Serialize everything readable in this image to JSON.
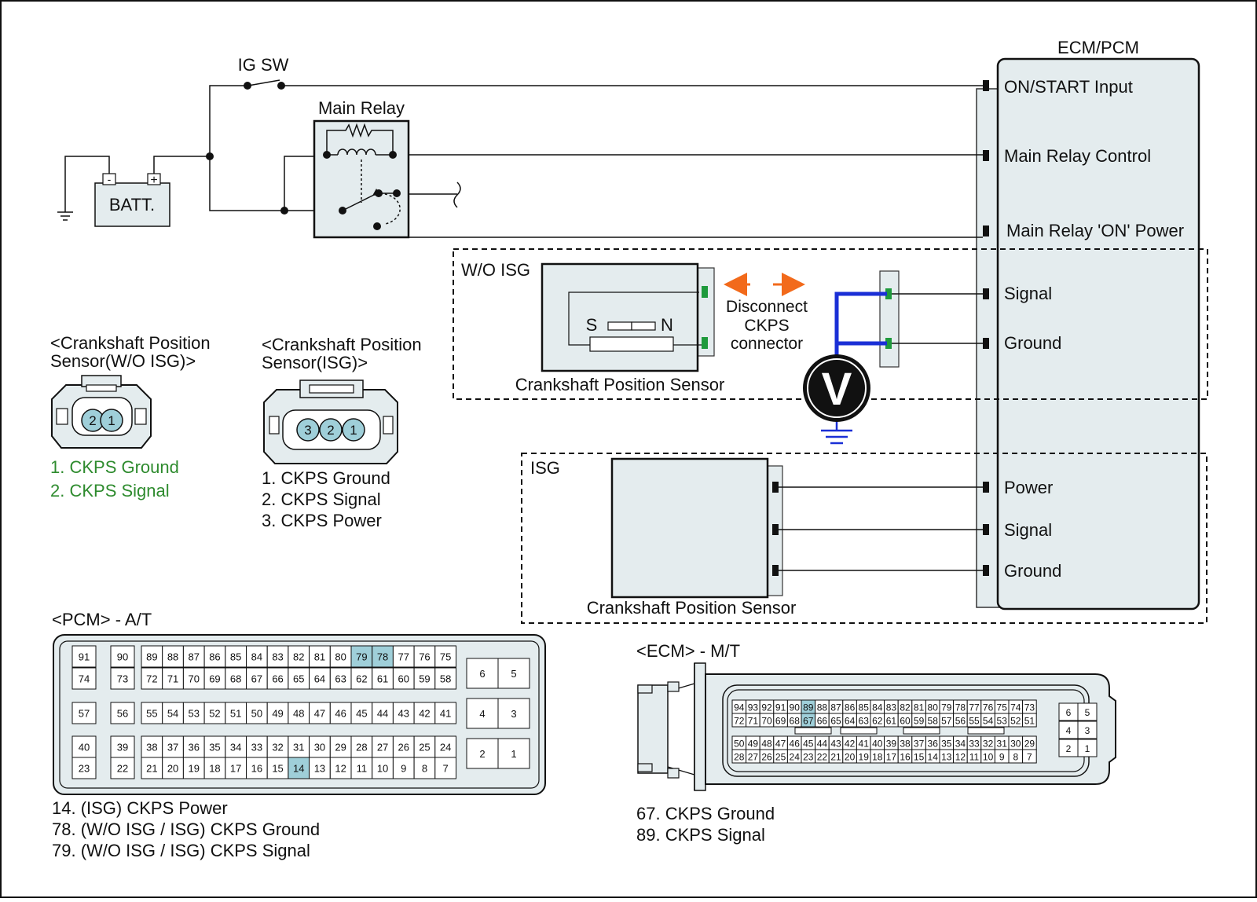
{
  "labels": {
    "ig_sw": "IG SW",
    "main_relay": "Main Relay",
    "batt": "BATT.",
    "batt_neg": "-",
    "batt_pos": "+",
    "ecm_pcm": "ECM/PCM",
    "wo_isg": "W/O ISG",
    "isg": "ISG",
    "sensor_wo_isg": "Crankshaft Position Sensor",
    "sensor_isg": "Crankshaft Position Sensor",
    "sensor_s": "S",
    "sensor_n": "N",
    "disconnect_1": "Disconnect",
    "disconnect_2": "CKPS",
    "disconnect_3": "connector",
    "voltmeter": "V"
  },
  "ecm_pins": [
    "ON/START Input",
    "Main Relay Control",
    "Main Relay 'ON' Power",
    "Signal",
    "Ground",
    "Power",
    "Signal",
    "Ground"
  ],
  "connector_wo_isg": {
    "title_1": "<Crankshaft Position",
    "title_2": "Sensor(W/O ISG)>",
    "pins": [
      "2",
      "1"
    ],
    "legend": [
      "1. CKPS Ground",
      "2. CKPS Signal"
    ],
    "legend_color": "#2e8b2e"
  },
  "connector_isg": {
    "title_1": "<Crankshaft Position",
    "title_2": "Sensor(ISG)>",
    "pins": [
      "3",
      "2",
      "1"
    ],
    "legend": [
      "1. CKPS Ground",
      "2. CKPS Signal",
      "3. CKPS Power"
    ]
  },
  "pcm": {
    "title": "<PCM> - A/T",
    "big_rows": [
      [
        91,
        90,
        89,
        88,
        87,
        86,
        85,
        84,
        83,
        82,
        81,
        80,
        79,
        78,
        77,
        76,
        75
      ],
      [
        74,
        73,
        72,
        71,
        70,
        69,
        68,
        67,
        66,
        65,
        64,
        63,
        62,
        61,
        60,
        59,
        58
      ],
      [
        57,
        56,
        55,
        54,
        53,
        52,
        51,
        50,
        49,
        48,
        47,
        46,
        45,
        44,
        43,
        42,
        41
      ],
      [
        40,
        39,
        38,
        37,
        36,
        35,
        34,
        33,
        32,
        31,
        30,
        29,
        28,
        27,
        26,
        25,
        24
      ],
      [
        23,
        22,
        21,
        20,
        19,
        18,
        17,
        16,
        15,
        14,
        13,
        12,
        11,
        10,
        9,
        8,
        7
      ]
    ],
    "small_pins": [
      6,
      5,
      4,
      3,
      2,
      1
    ],
    "highlighted": [
      79,
      78,
      14
    ],
    "highlight_color": "#9fcfd9",
    "legend": [
      "14. (ISG) CKPS Power",
      "78. (W/O ISG / ISG) CKPS Ground",
      "79. (W/O ISG / ISG) CKPS Signal"
    ]
  },
  "ecm": {
    "title": "<ECM> - M/T",
    "rows": [
      [
        94,
        93,
        92,
        91,
        90,
        89,
        88,
        87,
        86,
        85,
        84,
        83,
        82,
        81,
        80,
        79,
        78,
        77,
        76,
        75,
        74,
        73
      ],
      [
        72,
        71,
        70,
        69,
        68,
        67,
        66,
        65,
        64,
        63,
        62,
        61,
        60,
        59,
        58,
        57,
        56,
        55,
        54,
        53,
        52,
        51
      ],
      [
        50,
        49,
        48,
        47,
        46,
        45,
        44,
        43,
        42,
        41,
        40,
        39,
        38,
        37,
        36,
        35,
        34,
        33,
        32,
        31,
        30,
        29
      ],
      [
        28,
        27,
        26,
        25,
        24,
        23,
        22,
        21,
        20,
        19,
        18,
        17,
        16,
        15,
        14,
        13,
        12,
        11,
        10,
        9,
        8,
        7
      ]
    ],
    "small_pins": [
      6,
      5,
      4,
      3,
      2,
      1
    ],
    "highlighted": [
      89,
      67
    ],
    "highlight_color": "#9fcfd9",
    "legend": [
      "67. CKPS Ground",
      "89. CKPS Signal"
    ]
  },
  "colors": {
    "wire": "#111111",
    "meter_wire": "#1a2fd6",
    "arrow": "#f26a1b",
    "panel_fill": "#e4ecee",
    "pin_green": "#1e9a3c"
  }
}
